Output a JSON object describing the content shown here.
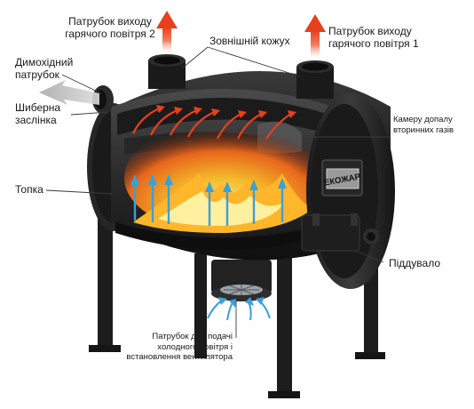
{
  "brand_plate": "ЕКОЖАР",
  "colors": {
    "body": "#232323",
    "interior": "#3d3d3d",
    "flame_core": "#ffd23a",
    "flame_outer": "#e8521a",
    "hot_air_arrow": "#e84a2c",
    "cold_air_arrow": "#3aa0d8",
    "smoke_arrow": "#b9b9b9"
  },
  "labels": {
    "hot_air_outlet_2": {
      "line1": "Патрубок виходу",
      "line2": "гарячого повітря 2"
    },
    "hot_air_outlet_1": {
      "line1": "Патрубок виходу",
      "line2": "гарячого повітря 1"
    },
    "outer_casing": "Зовнішній кожух",
    "chimney_pipe": {
      "line1": "Димохідний",
      "line2": "патрубок"
    },
    "damper": {
      "line1": "Шиберна",
      "line2": "заслінка"
    },
    "afterburn_chamber": {
      "line1": "Камеру допалу",
      "line2": "вторинних газів"
    },
    "firebox": "Топка",
    "ash_door": "Піддувало",
    "cold_air_inlet": {
      "line1": "Патрубок для подачі",
      "line2": "холодного повітря і",
      "line3": "встановлення вентилятора"
    }
  }
}
